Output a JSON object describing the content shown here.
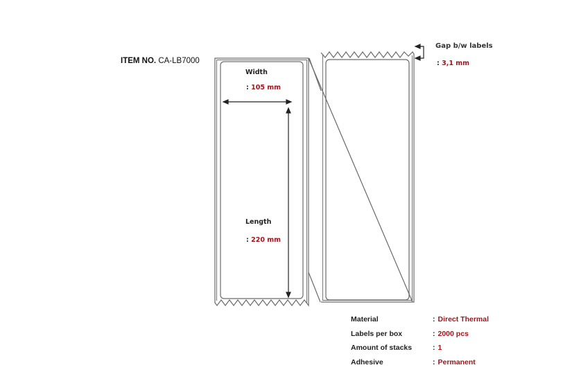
{
  "item": {
    "label": "ITEM NO.",
    "value": "CA-LB7000"
  },
  "dimensions": {
    "width": {
      "label": "Width",
      "prefix": ":",
      "value": "105 mm"
    },
    "length": {
      "label": "Length",
      "prefix": ":",
      "value": "220 mm"
    },
    "gap": {
      "label": "Gap b/w labels",
      "prefix": ":",
      "value": "3,1 mm"
    }
  },
  "specs": [
    {
      "key": "Material",
      "prefix": ":",
      "value": "Direct Thermal"
    },
    {
      "key": "Labels per box",
      "prefix": ":",
      "value": "2000 pcs"
    },
    {
      "key": "Amount of stacks",
      "prefix": ":",
      "value": "1"
    },
    {
      "key": "Adhesive",
      "prefix": ":",
      "value": "Permanent"
    }
  ],
  "colors": {
    "accent_red": "#a5131b",
    "line_gray": "#555555",
    "text_dark": "#222222"
  }
}
